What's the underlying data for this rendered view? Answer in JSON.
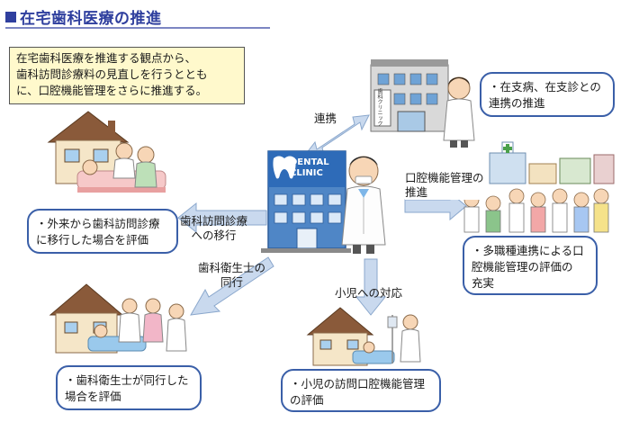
{
  "title": "在宅歯科医療の推進",
  "intro": {
    "lines": [
      "在宅歯科医療を推進する観点から、",
      "歯科訪問診療料の見直しを行うととも",
      "に、口腔機能管理をさらに推進する。"
    ]
  },
  "center": {
    "clinic_sign_1": "DENTAL",
    "clinic_sign_2": "CLINIC"
  },
  "hospital_sign": "歯科クリニック",
  "arrows": {
    "renkei": "連携",
    "kokuu": [
      "口腔機能管理の",
      "推進"
    ],
    "houmon": [
      "歯科訪問診療",
      "への移行"
    ],
    "eiseishi": [
      "歯科衛生士の",
      "同行"
    ],
    "shouni": "小児への対応"
  },
  "boxes": {
    "top_right": [
      "・在支病、在支診との",
      "連携の推進"
    ],
    "mid_right": [
      "・多職種連携による口",
      "腔機能管理の評価の",
      "充実"
    ],
    "left_mid": [
      "・外来から歯科訪問診療",
      "に移行した場合を評価"
    ],
    "left_bottom": [
      "・歯科衛生士が同行した",
      "場合を評価"
    ],
    "bottom_center": [
      "・小児の訪問口腔機能管理",
      "の評価"
    ]
  }
}
